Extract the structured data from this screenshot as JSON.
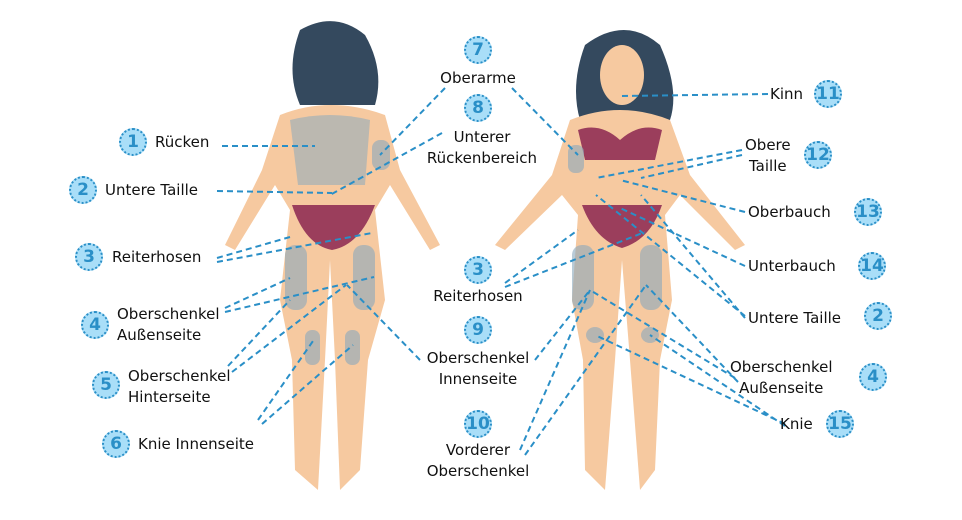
{
  "colors": {
    "accent": "#2a8fc7",
    "badge_fill": "#a9def8",
    "skin": "#f6c9a0",
    "hair": "#34495e",
    "bikini": "#9b3e5c",
    "zone": "#8aa9bd"
  },
  "back_view": [
    {
      "number": "1",
      "label": "Rücken"
    },
    {
      "number": "2",
      "label": "Untere Taille"
    },
    {
      "number": "3",
      "label": "Reiterhosen"
    },
    {
      "number": "4",
      "label": [
        "Oberschenkel",
        "Außenseite"
      ]
    },
    {
      "number": "5",
      "label": [
        "Oberschenkel",
        "Hinterseite"
      ]
    },
    {
      "number": "6",
      "label": "Knie Innenseite"
    }
  ],
  "center": [
    {
      "number": "7",
      "label": "Oberarme"
    },
    {
      "number": "8",
      "label": [
        "Unterer",
        "Rückenbereich"
      ]
    },
    {
      "number": "3",
      "label": "Reiterhosen"
    },
    {
      "number": "9",
      "label": [
        "Oberschenkel",
        "Innenseite"
      ]
    },
    {
      "number": "10",
      "label": [
        "Vorderer",
        "Oberschenkel"
      ]
    }
  ],
  "front_view": [
    {
      "number": "11",
      "label": "Kinn"
    },
    {
      "number": "12",
      "label": [
        "Obere",
        "Taille"
      ]
    },
    {
      "number": "13",
      "label": "Oberbauch"
    },
    {
      "number": "14",
      "label": "Unterbauch"
    },
    {
      "number": "2",
      "label": "Untere Taille"
    },
    {
      "number": "4",
      "label": [
        "Oberschenkel",
        "Außenseite"
      ]
    },
    {
      "number": "15",
      "label": "Knie"
    }
  ]
}
